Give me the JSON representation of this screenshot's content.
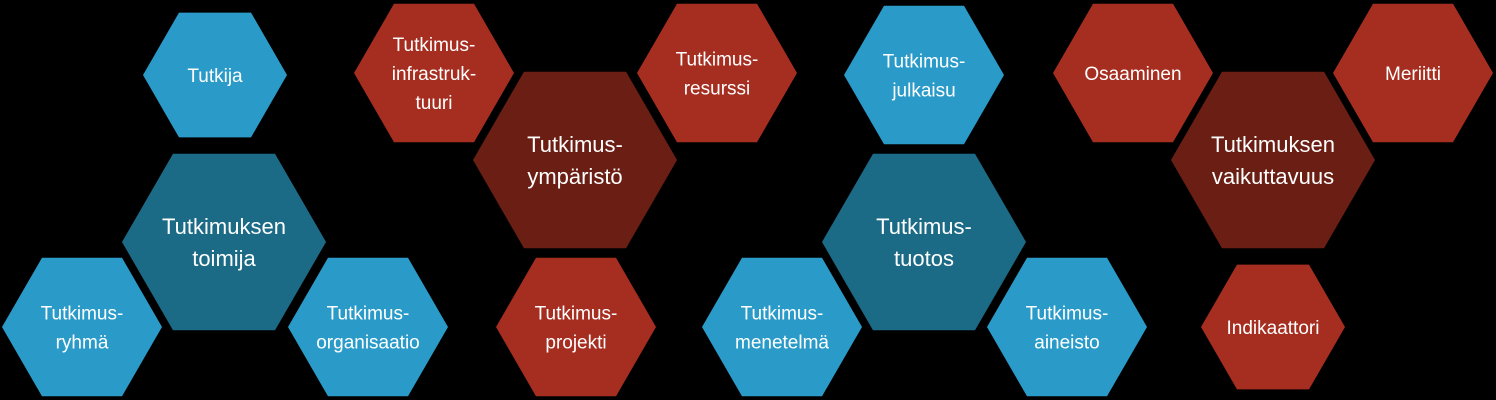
{
  "colors": {
    "background": "#000000",
    "blue_light": "#2a9bc9",
    "blue_dark": "#1b6b86",
    "red_light": "#a62e20",
    "red_dark": "#6b1f14",
    "text": "#ffffff"
  },
  "hexagons": [
    {
      "id": "tutkija",
      "lines": [
        "Tutkija"
      ],
      "color": "blue_light",
      "size": "small"
    },
    {
      "id": "tutkimuksen-toimija",
      "lines": [
        "Tutkimuksen",
        "toimija"
      ],
      "color": "blue_dark",
      "size": "big"
    },
    {
      "id": "tutkimusryhma",
      "lines": [
        "Tutkimus-",
        "ryhmä"
      ],
      "color": "blue_light",
      "size": "small"
    },
    {
      "id": "tutkimusorganisaatio",
      "lines": [
        "Tutkimus-",
        "organisaatio"
      ],
      "color": "blue_light",
      "size": "small"
    },
    {
      "id": "tutkimusinfrastruktuuri",
      "lines": [
        "Tutkimus-",
        "infrastruk-",
        "tuuri"
      ],
      "color": "red_light",
      "size": "small"
    },
    {
      "id": "tutkimusymparisto",
      "lines": [
        "Tutkimus-",
        "ympäristö"
      ],
      "color": "red_dark",
      "size": "big"
    },
    {
      "id": "tutkimusresurssi",
      "lines": [
        "Tutkimus-",
        "resurssi"
      ],
      "color": "red_light",
      "size": "small"
    },
    {
      "id": "tutkimusprojekti",
      "lines": [
        "Tutkimus-",
        "projekti"
      ],
      "color": "red_light",
      "size": "small"
    },
    {
      "id": "tutkimusjulkaisu",
      "lines": [
        "Tutkimus-",
        "julkaisu"
      ],
      "color": "blue_light",
      "size": "small"
    },
    {
      "id": "tutkimustuotos",
      "lines": [
        "Tutkimus-",
        "tuotos"
      ],
      "color": "blue_dark",
      "size": "big"
    },
    {
      "id": "tutkimusmenetelma",
      "lines": [
        "Tutkimus-",
        "menetelmä"
      ],
      "color": "blue_light",
      "size": "small"
    },
    {
      "id": "tutkimusaineisto",
      "lines": [
        "Tutkimus-",
        "aineisto"
      ],
      "color": "blue_light",
      "size": "small"
    },
    {
      "id": "osaaminen",
      "lines": [
        "Osaaminen"
      ],
      "color": "red_light",
      "size": "small"
    },
    {
      "id": "meriitti",
      "lines": [
        "Meriitti"
      ],
      "color": "red_light",
      "size": "small"
    },
    {
      "id": "tutkimuksen-vaikuttavuus",
      "lines": [
        "Tutkimuksen",
        "vaikuttavuus"
      ],
      "color": "red_dark",
      "size": "big"
    },
    {
      "id": "indikaattori",
      "lines": [
        "Indikaattori"
      ],
      "color": "red_light",
      "size": "small"
    }
  ]
}
